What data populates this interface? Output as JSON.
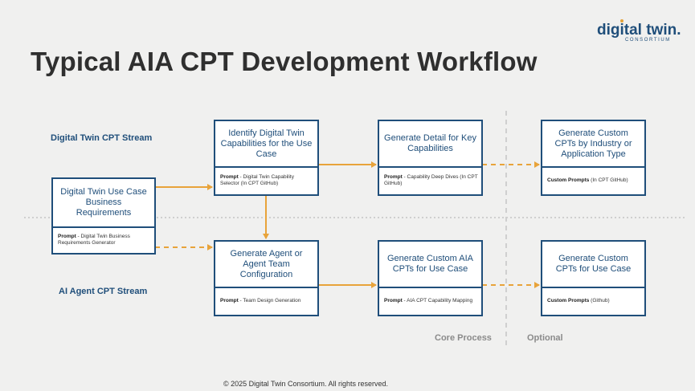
{
  "title": "Typical AIA CPT Development Workflow",
  "logo": {
    "main": "digital twin.",
    "sub": "CONSORTIUM"
  },
  "streams": {
    "top": "Digital Twin CPT Stream",
    "bottom": "AI Agent CPT Stream"
  },
  "boxes": {
    "use_case": {
      "title": "Digital Twin Use Case Business Requirements",
      "prompt_label": "Prompt",
      "prompt_text": " - Digital Twin Business Requirements Generator"
    },
    "identify": {
      "title": "Identify Digital Twin Capabilities for the Use Case",
      "prompt_label": "Prompt",
      "prompt_text": " - Digital Twin Capability Selector (In CPT GitHub)"
    },
    "detail": {
      "title": "Generate Detail for Key Capabilities",
      "prompt_label": "Prompt",
      "prompt_text": " - Capability Deep Dives (In CPT GitHub)"
    },
    "custom_industry": {
      "title": "Generate Custom CPTs by Industry or Application Type",
      "prompt_label": "Custom Prompts",
      "prompt_text": " (In CPT GitHub)"
    },
    "agent": {
      "title": "Generate Agent or Agent Team Configuration",
      "prompt_label": "Prompt",
      "prompt_text": " - Team Design Generation"
    },
    "aia_cpts": {
      "title": "Generate Custom AIA CPTs for Use Case",
      "prompt_label": "Prompt",
      "prompt_text": " - AIA CPT Capability Mapping"
    },
    "custom_use_case": {
      "title": "Generate Custom CPTs for Use Case",
      "prompt_label": "Custom Prompts",
      "prompt_text": " (Github)"
    }
  },
  "footer": {
    "core": "Core Process",
    "optional": "Optional",
    "copyright": "© 2025 Digital Twin Consortium. All rights reserved."
  },
  "colors": {
    "background": "#f0f0ef",
    "box_border": "#1f4e7a",
    "arrow": "#e8a33a",
    "divider": "#cfcfcf",
    "title": "#2f2f2f"
  }
}
